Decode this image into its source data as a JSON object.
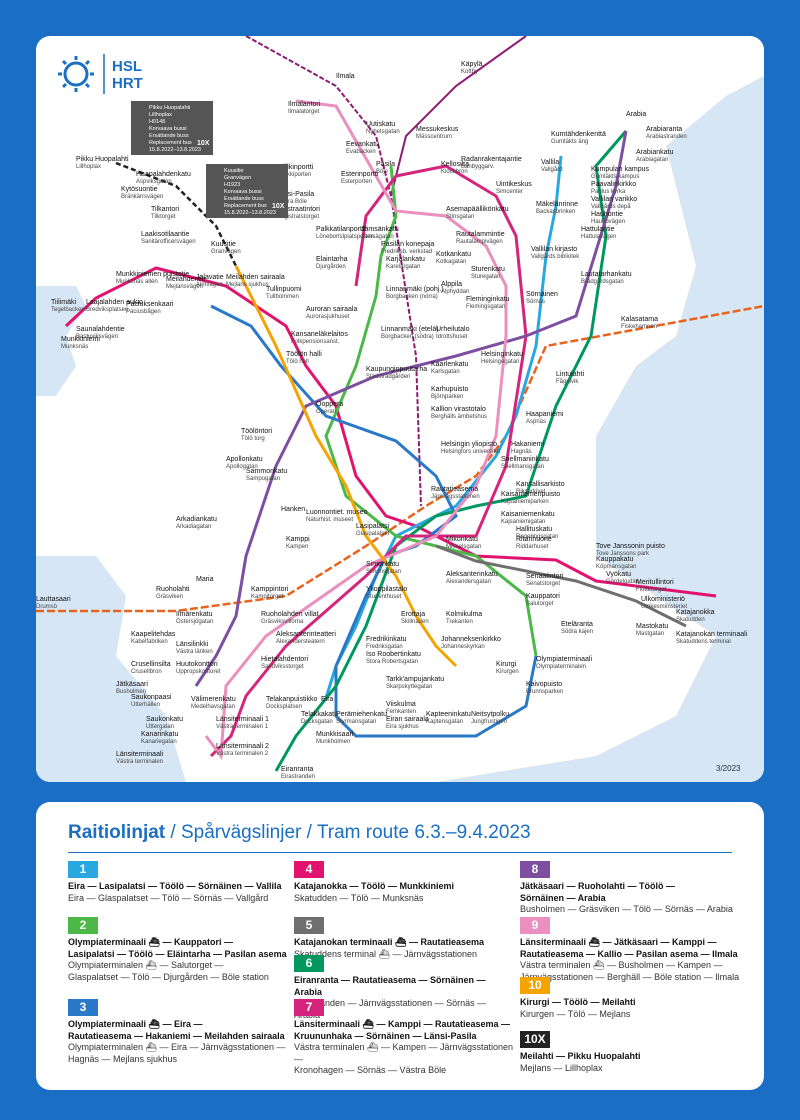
{
  "logo": {
    "l1": "HSL",
    "l2": "HRT"
  },
  "date_tag": "3/2023",
  "colors": {
    "blue_bg": "#1a6fc4",
    "l1": "#29a8e0",
    "l2": "#4cb848",
    "l3": "#2a79c8",
    "l4": "#e2136e",
    "l5": "#6f6f6f",
    "l6": "#00985f",
    "l7": "#d4247c",
    "l8": "#7e4ea1",
    "l9": "#ea8fbe",
    "l10": "#f5a300",
    "l10x": "#222222",
    "metro": "#e8641e",
    "rail": "#8e1b74"
  },
  "stations": [
    {
      "name": "Ilmala",
      "sv": ""
    },
    {
      "name": "Käpylä",
      "sv": "Kottby"
    },
    {
      "name": "Ilmalantori",
      "sv": "Ilmalatorget"
    },
    {
      "name": "Uutiskatu",
      "sv": "Nyhetsgatan"
    },
    {
      "name": "Messukeskus",
      "sv": "Mässcentrum"
    },
    {
      "name": "Eevankatu",
      "sv": "Evabacken"
    },
    {
      "name": "Pasila",
      "sv": "Böle"
    },
    {
      "name": "Kellosilta",
      "sv": "Klockbron"
    },
    {
      "name": "Radanrakentajantie",
      "sv": "Banbyggarv."
    },
    {
      "name": "Vallila",
      "sv": "Vallgård"
    },
    {
      "name": "Arabia",
      "sv": ""
    },
    {
      "name": "Arabiaranta",
      "sv": "Arabiastranden"
    },
    {
      "name": "Kumtähdenkenttä",
      "sv": "Gumtäkts äng"
    },
    {
      "name": "Arabiankatu",
      "sv": "Arabiagatan"
    },
    {
      "name": "Kumpulan kampus",
      "sv": "Gumtäkts kampus"
    },
    {
      "name": "Paavalinkirkko",
      "sv": "Paulus kyrka"
    },
    {
      "name": "Vallilan varikko",
      "sv": "Vallgårds depå"
    },
    {
      "name": "Hauhontie",
      "sv": "Hauhovägen"
    },
    {
      "name": "Pikku Huopalahti",
      "sv": "Lillhoplax"
    },
    {
      "name": "Haapalahdenkatu",
      "sv": "Aspviksgatan"
    },
    {
      "name": "Kytösuontie",
      "sv": "Bränkärrsvägen"
    },
    {
      "name": "Tilkantori",
      "sv": "Tilktorget"
    },
    {
      "name": "Laakisotilaantie",
      "sv": "Sanitärofficersvägen"
    },
    {
      "name": "Länsi-Pasila",
      "sv": "Västra Böle"
    },
    {
      "name": "Kyllikinportti",
      "sv": "Kyllikkiporten"
    },
    {
      "name": "Esterinportti",
      "sv": "Esterporten"
    },
    {
      "name": "Maistraatintori",
      "sv": "Magistratstorget"
    },
    {
      "name": "Uintikeskus",
      "sv": "Simcenter"
    },
    {
      "name": "Mäkelänrinne",
      "sv": "Backasbrinken"
    },
    {
      "name": "Hattulantie",
      "sv": "Hattulavägen"
    },
    {
      "name": "Palkkatilanportti",
      "sv": "Lönebortslplatsporten"
    },
    {
      "name": "Jämsänkatu",
      "sv": "Jämsägatan"
    },
    {
      "name": "Asemapäällikönkatu",
      "sv": "Stinsgatan"
    },
    {
      "name": "Rautalammintie",
      "sv": "Rautalampivägen"
    },
    {
      "name": "Pasilan konepaja",
      "sv": "Fredriksb. verkstad"
    },
    {
      "name": "Vallilan kirjasto",
      "sv": "Vallgårds bibliotek"
    },
    {
      "name": "Kuusitie",
      "sv": "Granvägen"
    },
    {
      "name": "Elaintarha",
      "sv": "Djurgården"
    },
    {
      "name": "Karjalankatu",
      "sv": "Karelargatan"
    },
    {
      "name": "Kotkankatu",
      "sv": "Kotkagatan"
    },
    {
      "name": "Sturenkatu",
      "sv": "Sturegatan"
    },
    {
      "name": "Lautatarhankatu",
      "sv": "Brädgårdsgatan"
    },
    {
      "name": "Munkkiniemen puistotie",
      "sv": "Munksnäs allén"
    },
    {
      "name": "Meilahdentie",
      "sv": "Mejlansvägen"
    },
    {
      "name": "Meilahden sairaala",
      "sv": "Mejlans sjukhus"
    },
    {
      "name": "Jalavatie",
      "sv": "Almvägen"
    },
    {
      "name": "Tullinpuomi",
      "sv": "Tullbommen"
    },
    {
      "name": "Linnanmäki (pohj.)",
      "sv": "Borgbacken (norra)"
    },
    {
      "name": "Alppila",
      "sv": "Alphyddan"
    },
    {
      "name": "Fleminginkatu",
      "sv": "Flemingsgatan"
    },
    {
      "name": "Sörnäinen",
      "sv": "Sörnäs"
    },
    {
      "name": "Kalasatama",
      "sv": "Fiskehamnen"
    },
    {
      "name": "Tiilimäki",
      "sv": "Tegelbacken"
    },
    {
      "name": "Laajalahden aukio",
      "sv": "Bredviksplatsen"
    },
    {
      "name": "Paciuksenkaari",
      "sv": "Paciusbågen"
    },
    {
      "name": "Saunalahdentie",
      "sv": "Bastuviksvägen"
    },
    {
      "name": "Munkkiniemi",
      "sv": "Munksnäs"
    },
    {
      "name": "Auroran sairaala",
      "sv": "Aurorasjukhuset"
    },
    {
      "name": "Kansaneläkelaitos",
      "sv": "Folkpensionsanst."
    },
    {
      "name": "Linnanmäki (etelä)",
      "sv": "Borgbacken (södra)"
    },
    {
      "name": "Urheilutalo",
      "sv": "Idrottshuset"
    },
    {
      "name": "Helsinginkatu",
      "sv": "Helsingegatan"
    },
    {
      "name": "Töölön halli",
      "sv": "Tölö hall"
    },
    {
      "name": "Kaupunginpuutarha",
      "sv": "Stadsträdgården"
    },
    {
      "name": "Kaarlenkatu",
      "sv": "Karlsgatan"
    },
    {
      "name": "Lintulahti",
      "sv": "Fågelvik"
    },
    {
      "name": "Oopperа",
      "sv": "Operan"
    },
    {
      "name": "Karhupuisto",
      "sv": "Björnparken"
    },
    {
      "name": "Kallion virastotalo",
      "sv": "Berghälls ämbetshus"
    },
    {
      "name": "Haapaniemi",
      "sv": "Aspnäs"
    },
    {
      "name": "Töölöntori",
      "sv": "Tölö torg"
    },
    {
      "name": "Hakaniemi",
      "sv": "Hagnäs"
    },
    {
      "name": "Helsingin yliopisto",
      "sv": "Helsingfors universitet"
    },
    {
      "name": "Snellmaninkatu",
      "sv": "Snellmansgatan"
    },
    {
      "name": "Apollonkatu",
      "sv": "Apollogatan"
    },
    {
      "name": "Kansallisarkisto",
      "sv": "Riksarkivet"
    },
    {
      "name": "Sammonkatu",
      "sv": "Sampogatan"
    },
    {
      "name": "Rautatieasema",
      "sv": "Järnvägsstationen"
    },
    {
      "name": "Kaisaniemenpuisto",
      "sv": "Kajsaniemiparken"
    },
    {
      "name": "Kaisaniemenkatu",
      "sv": "Kajsaniemigatan"
    },
    {
      "name": "Hanken",
      "sv": ""
    },
    {
      "name": "Luonnontiet. museo",
      "sv": "Naturhist. museet"
    },
    {
      "name": "Hallituskatu",
      "sv": "Regeringsgatan"
    },
    {
      "name": "Ritarihuone",
      "sv": "Riddarhuset"
    },
    {
      "name": "Arkadiankatu",
      "sv": "Arkadiagatan"
    },
    {
      "name": "Lasipalatsi",
      "sv": "Glaspalatset"
    },
    {
      "name": "Mikonkatu",
      "sv": "Mikaelsgatan"
    },
    {
      "name": "Tove Janssonin puisto",
      "sv": "Tove Janssons park"
    },
    {
      "name": "Kamppi",
      "sv": "Kampen"
    },
    {
      "name": "Kauppakatu",
      "sv": "Köpmansgatan"
    },
    {
      "name": "Vyökatu",
      "sv": "Gördelgatan"
    },
    {
      "name": "Meritullintori",
      "sv": "Flottetorget"
    },
    {
      "name": "Simonkatu",
      "sv": "Simonsgatan"
    },
    {
      "name": "Aleksanterinkatu",
      "sv": "Alexandersgatan"
    },
    {
      "name": "Senaatintori",
      "sv": "Senatstorget"
    },
    {
      "name": "Ulkoministeriö",
      "sv": "Utrikesministeriet"
    },
    {
      "name": "Maria",
      "sv": ""
    },
    {
      "name": "Ylioppilastalo",
      "sv": "Studenthuset"
    },
    {
      "name": "Kauppatori",
      "sv": "Salutorget"
    },
    {
      "name": "Katajanokka",
      "sv": "Skatudden"
    },
    {
      "name": "Lauttasaari",
      "sv": "Drumsö"
    },
    {
      "name": "Ruoholahti",
      "sv": "Gräsviken"
    },
    {
      "name": "Kamppintori",
      "sv": "Kampitorget"
    },
    {
      "name": "Mastokatu",
      "sv": "Mastgatan"
    },
    {
      "name": "Ruoholahden villat",
      "sv": "Gräsviksvillorna"
    },
    {
      "name": "Erottaja",
      "sv": "Skillnaden"
    },
    {
      "name": "Kolmikulma",
      "sv": "Trekanten"
    },
    {
      "name": "Eteläranta",
      "sv": "Södra kajen"
    },
    {
      "name": "Ilmärenkatu",
      "sv": "Östersjögatan"
    },
    {
      "name": "Aleksanterinteatteri",
      "sv": "Alexandersteatern"
    },
    {
      "name": "Fredrikinkatu",
      "sv": "Fredriksgatan"
    },
    {
      "name": "Johanneksenkirkko",
      "sv": "Johanneskyrkan"
    },
    {
      "name": "Katajanokan terminaali",
      "sv": "Skatuddens terminal"
    },
    {
      "name": "Kaapelitehdas",
      "sv": "Kabelfabriken"
    },
    {
      "name": "Länsilinkki",
      "sv": "Västra länken"
    },
    {
      "name": "Iso Roobertinkatu",
      "sv": "Stora Robertsgatan"
    },
    {
      "name": "Crusellinsilta",
      "sv": "Crusellbron"
    },
    {
      "name": "Huutokonttori",
      "sv": "Uppropskontoret"
    },
    {
      "name": "Hietalahdentori",
      "sv": "Sandviksstorget"
    },
    {
      "name": "Tarkk'ampujankatu",
      "sv": "Skarpskyttegatan"
    },
    {
      "name": "Kirurgi",
      "sv": "Kirurgen"
    },
    {
      "name": "Olympiaterminaali",
      "sv": "Olympiaterminalen"
    },
    {
      "name": "Jätkäsaari",
      "sv": "Busholmen"
    },
    {
      "name": "Saukonpaasi",
      "sv": "Utterhällen"
    },
    {
      "name": "Viiskulma",
      "sv": "Femkanten"
    },
    {
      "name": "Eiran sairaala",
      "sv": "Eira sjukhus"
    },
    {
      "name": "Välimerenkatu",
      "sv": "Medelhavsgatan"
    },
    {
      "name": "Telakanpuistikko",
      "sv": "Docksplatsen"
    },
    {
      "name": "Eira",
      "sv": ""
    },
    {
      "name": "Kapteeninkatu",
      "sv": "Kaptensgatan"
    },
    {
      "name": "Neitsytpolku",
      "sv": "Jungfrustigen"
    },
    {
      "name": "Kaivopuisto",
      "sv": "Brunnsparken"
    },
    {
      "name": "Saukonkatu",
      "sv": "Uttergatan"
    },
    {
      "name": "Länsiterminaali 1",
      "sv": "Västra terminalen 1"
    },
    {
      "name": "Telakkakatu",
      "sv": "Docksgatan"
    },
    {
      "name": "Perämiehenkatu",
      "sv": "Styrmansgatan"
    },
    {
      "name": "Kanarinkatu",
      "sv": "Kanariegatan"
    },
    {
      "name": "Länsiterminaali 2",
      "sv": "Västra terminalen 2"
    },
    {
      "name": "Munkkisaari",
      "sv": "Munkholmen"
    },
    {
      "name": "Länsiterminaali",
      "sv": "Västra terminalen"
    },
    {
      "name": "Eiranranta",
      "sv": "Eirastranden"
    }
  ],
  "replacement_notes": [
    {
      "title": "Pikku Huopalahti",
      "sv": "Lillhoplax",
      "stop": "H0148",
      "line1": "Korvaava bussi",
      "line2": "Ersättande buss",
      "line3": "Replacement bus",
      "dates": "15.8.2022–13.8.2023",
      "badge": "10X"
    },
    {
      "title": "Kuusitie",
      "sv": "Granvägen",
      "stop": "H1923",
      "line1": "Korvaava bussi",
      "line2": "Ersättande buss",
      "line3": "Replacement bus",
      "dates": "15.8.2022–13.8.2023",
      "badge": "10X"
    }
  ],
  "legend": {
    "title_fi": "Raitiolinjat",
    "title_sv": "Spårvägslinjer",
    "title_en": "Tram route 6.3.–9.4.2023",
    "routes": [
      {
        "num": "1",
        "fi": "Eira — Lasipalatsi — Töölö — Sörnäinen — Vallila",
        "sv": "Eira — Glaspalatset — Tölö — Sörnäs — Vallgård"
      },
      {
        "num": "2",
        "fi": "Olympiaterminaali ⛴ — Kauppatori —\nLasipalatsi — Töölö — Eläintarha — Pasilan asema",
        "sv": "Olympiaterminalen ⛴ — Salutorget —\nGlaspalatset — Tölö — Djurgården — Böle station"
      },
      {
        "num": "3",
        "fi": "Olympiaterminaali ⛴ — Eira —\nRautatieasema — Hakaniemi — Meilahden sairaala",
        "sv": "Olympiaterminalen ⛴ — Eira — Järnvägsstationen —\nHagnäs — Mejlans sjukhus"
      },
      {
        "num": "4",
        "fi": "Katajanokka — Töölö — Munkkiniemi",
        "sv": "Skatudden — Tölö — Munksnäs"
      },
      {
        "num": "5",
        "fi": "Katajanokan terminaali ⛴ — Rautatieasema",
        "sv": "Skatuddens terminal ⛴ — Järnvägsstationen"
      },
      {
        "num": "6",
        "fi": "Eiranranta — Rautatieasema — Sörnäinen — Arabia",
        "sv": "Eirastranden — Järnvägsstationen — Sörnäs — Arabia"
      },
      {
        "num": "7",
        "fi": "Länsiterminaali ⛴ — Kamppi — Rautatieasema —\nKruununhaka — Sörnäinen — Länsi-Pasila",
        "sv": "Västra terminalen ⛴ — Kampen — Järnvägsstationen —\nKronohagen — Sörnäs — Västra Böle"
      },
      {
        "num": "8",
        "fi": "Jätkäsaari — Ruoholahti — Töölö —\nSörnäinen — Arabia",
        "sv": "Busholmen — Gräsviken — Tölö — Sörnäs — Arabia"
      },
      {
        "num": "9",
        "fi": "Länsiterminaali ⛴ — Jätkäsaari — Kamppi —\nRautatieasema — Kallio — Pasilan asema — Ilmala",
        "sv": "Västra terminalen ⛴ — Busholmen — Kampen —\nJärnvägsstationen — Berghäll — Böle station — Ilmala"
      },
      {
        "num": "10",
        "fi": "Kirurgi — Töölö — Meilahti",
        "sv": "Kirurgen — Tölö — Mejlans"
      },
      {
        "num": "10X",
        "fi": "Meilahti — Pikku Huopalahti",
        "sv": "Mejlans — Lillhoplax"
      }
    ]
  }
}
